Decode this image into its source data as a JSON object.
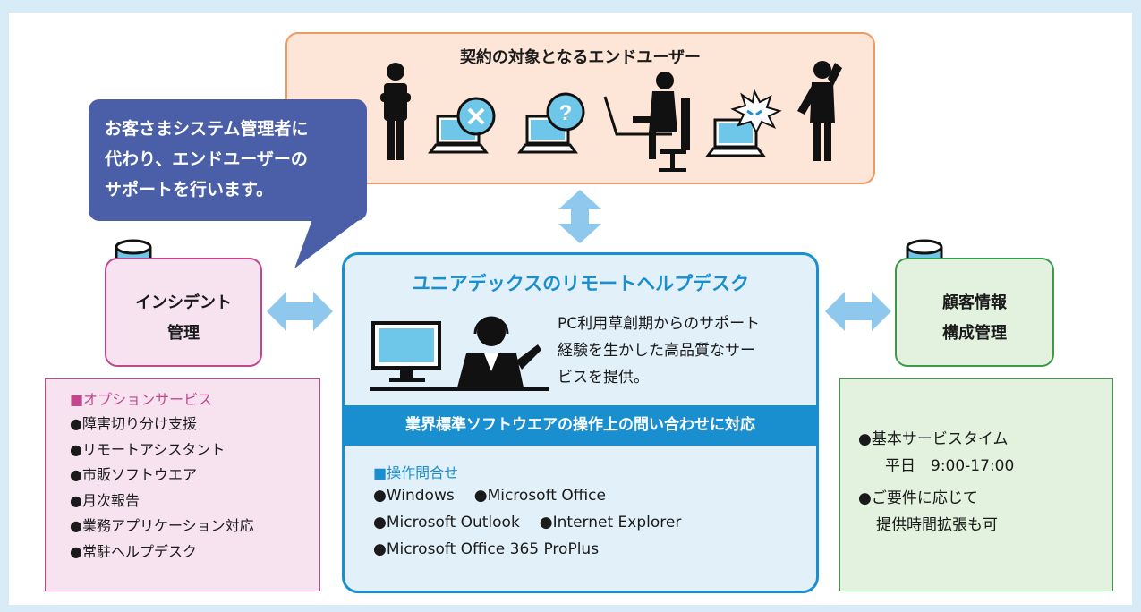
{
  "users": {
    "title": "契約の対象となるエンドユーザー"
  },
  "bubble": {
    "lines": [
      "お客さまシステム管理者に",
      "代わり、エンドユーザーの",
      "サポートを行います。"
    ]
  },
  "center": {
    "title": "ユニアデックスのリモートヘルプデスク",
    "desc_lines": [
      "PC利用草創期からのサポート",
      "経験を生かした高品質なサー",
      "ビスを提供。"
    ],
    "band": "業界標準ソフトウエアの操作上の問い合わせに対応",
    "ops_title": "■操作問合せ",
    "ops_rows": [
      [
        "●Windows",
        "●Microsoft Office"
      ],
      [
        "●Microsoft Outlook",
        "●Internet Explorer"
      ],
      [
        "●Microsoft Office 365 ProPlus"
      ]
    ]
  },
  "incident": {
    "lines": [
      "インシデント",
      "管理"
    ]
  },
  "customer": {
    "lines": [
      "顧客情報",
      "構成管理"
    ]
  },
  "options": {
    "title": "■オプションサービス",
    "items": [
      "●障害切り分け支援",
      "●リモートアシスタント",
      "●市販ソフトウエア",
      "●月次報告",
      "●業務アプリケーション対応",
      "●常駐ヘルプデスク"
    ]
  },
  "service_time": {
    "lines": [
      "●基本サービスタイム",
      "平日　9:00-17:00",
      "●ご要件に応じて",
      "提供時間拡張も可"
    ]
  },
  "colors": {
    "accent_blue": "#1a8fd0",
    "bubble": "#4a5fa8",
    "magenta": "#c0478a",
    "green": "#3a9a4a",
    "orange": "#ef9a62",
    "arrow": "#8ec8ec"
  }
}
